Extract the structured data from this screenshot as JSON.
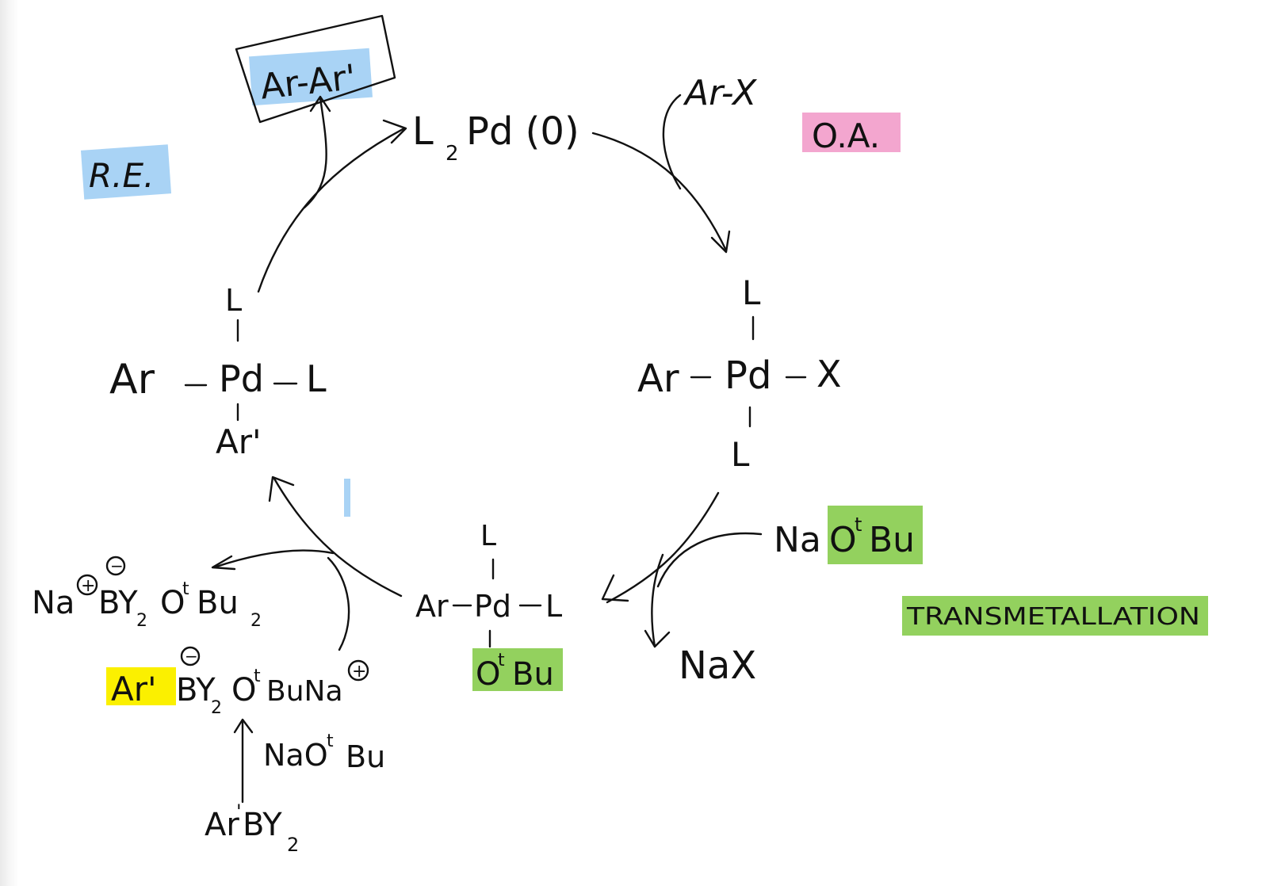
{
  "colors": {
    "highlight_blue": "#a9d3f5",
    "highlight_pink": "#f3a6cf",
    "highlight_green": "#93d15e",
    "highlight_yellow": "#fbf000",
    "ink": "#111111"
  },
  "catalyst": {
    "label": "L",
    "subscript": "2",
    "rest": "Pd (0)"
  },
  "product": {
    "label": "Ar-Ar'"
  },
  "steps": {
    "oxidative_addition": "O.A.",
    "reductive_elimination": "R.E.",
    "transmetallation": "TRANSMETALLATION"
  },
  "reagents": {
    "aryl_halide": "Ar-X",
    "base_na": "Na",
    "base_otbu": "O",
    "base_t": "t",
    "base_bu": "Bu",
    "salt": "NaX",
    "borate_na": "Na",
    "borate_by": "BY",
    "borate_sub": "2",
    "borate_otbu": "O",
    "borate_t": "t",
    "borate_bu": "Bu",
    "borate_sub2": "2",
    "ate_ar": "Ar'",
    "ate_by": "BY",
    "ate_sub": "2",
    "ate_otbu": "O",
    "ate_t": "t",
    "ate_buna": "BuNa",
    "base2_na": "NaO",
    "base2_t": "t",
    "base2_bu": "Bu",
    "boronic_ar": "Ar",
    "boronic_prime": "'",
    "boronic_by": "BY",
    "boronic_sub": "2",
    "plus": "+",
    "minus": "−"
  },
  "complexes": {
    "oa_complex": {
      "top": "L",
      "ar": "Ar",
      "pd": "Pd",
      "x": "X",
      "bottom": "L"
    },
    "tm_complex": {
      "top": "L",
      "ar": "Ar",
      "pd": "Pd",
      "right": "L",
      "bottom_o": "O",
      "bottom_t": "t",
      "bottom_bu": "Bu"
    },
    "re_complex": {
      "top": "L",
      "ar": "Ar",
      "pd": "Pd",
      "right": "L",
      "bottom": "Ar'"
    }
  }
}
